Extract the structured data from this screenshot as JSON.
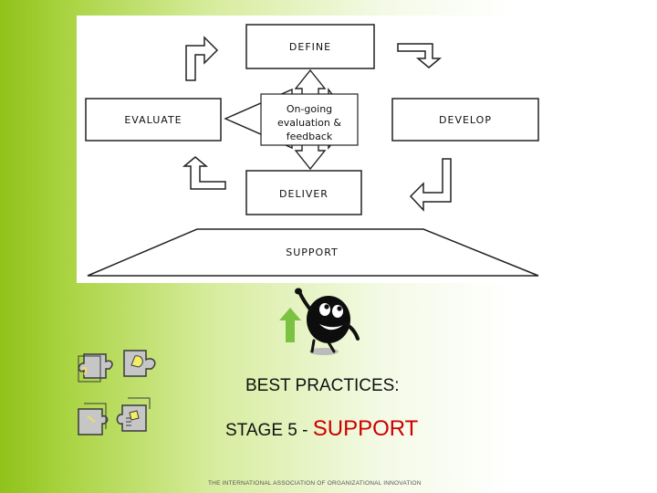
{
  "diagram": {
    "define": "DEFINE",
    "evaluate": "EVALUATE",
    "develop": "DEVELOP",
    "deliver": "DELIVER",
    "support": "SUPPORT",
    "center_lines": [
      "On-going",
      "evaluation &",
      "feedback"
    ]
  },
  "text": {
    "best_practices": "BEST PRACTICES:",
    "stage_prefix": "STAGE 5",
    "stage_sep": " - ",
    "stage_name": "SUPPORT"
  },
  "footer": "THE INTERNATIONAL ASSOCIATION OF ORGANIZATIONAL INNOVATION",
  "colors": {
    "accent_red": "#cc0000",
    "green_arrow": "#7cc242",
    "background_green": "#8fc21a"
  }
}
